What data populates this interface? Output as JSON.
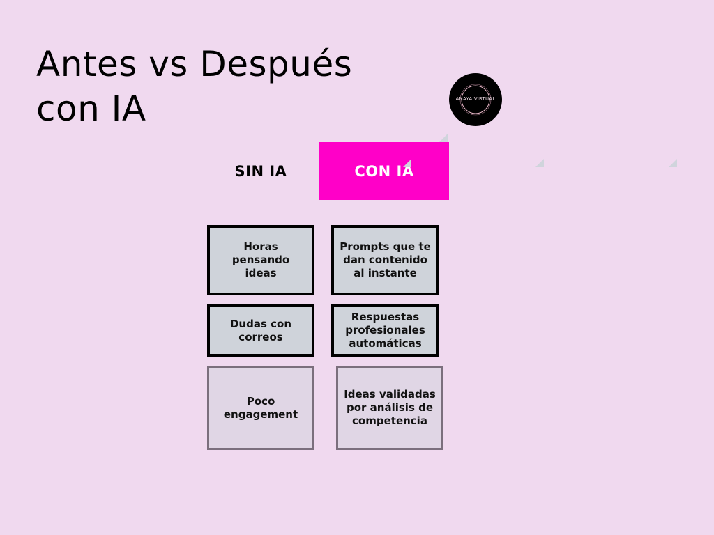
{
  "title": {
    "line1": "Antes vs Después",
    "line2": "con IA"
  },
  "logo": {
    "text": "ANAYA VIRTUAL"
  },
  "columns": {
    "without": "SIN IA",
    "with": "CON IA"
  },
  "rows": [
    {
      "without": "Horas pensando ideas",
      "with": "Prompts que te dan contenido al instante"
    },
    {
      "without": "Dudas con correos",
      "with": "Respuestas profesionales automáticas"
    },
    {
      "without": "Poco engagement",
      "with": "Ideas validadas por análisis de competencia"
    }
  ],
  "colors": {
    "background": "#f0d9ef",
    "accent": "#ff00c8",
    "card": "#cfd3da",
    "card_soft": "#e0d6e5"
  }
}
